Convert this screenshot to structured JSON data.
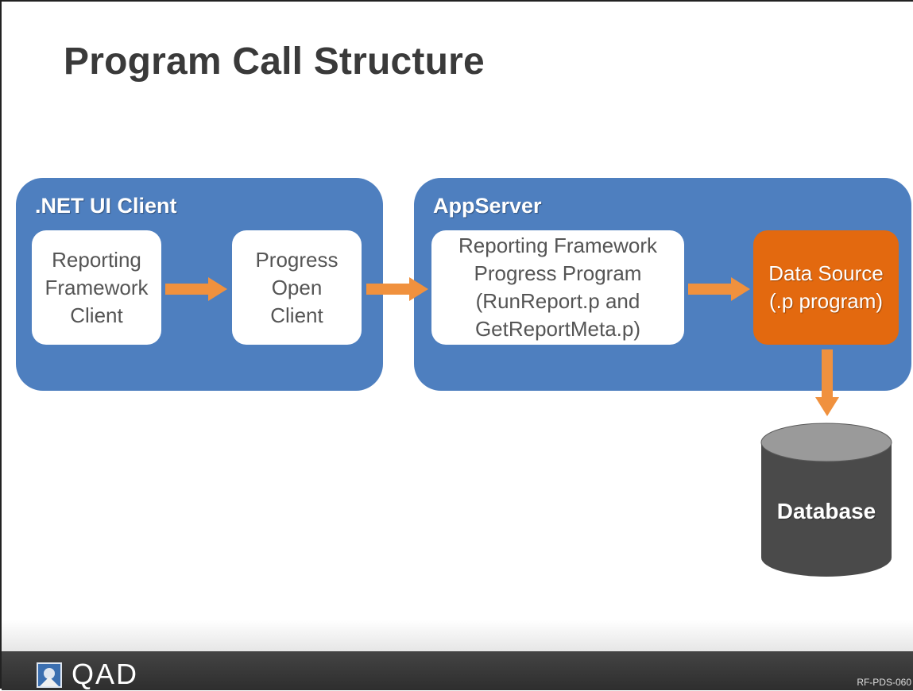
{
  "title": "Program Call Structure",
  "groups": {
    "net_client": {
      "label": ".NET UI Client"
    },
    "app_server": {
      "label": "AppServer"
    }
  },
  "boxes": {
    "reporting_framework_client": "Reporting\nFramework\nClient",
    "progress_open_client": "Progress\nOpen\nClient",
    "reporting_framework_program": "Reporting Framework\nProgress Program\n(RunReport.p and\nGetReportMeta.p)",
    "data_source": "Data Source\n(.p program)"
  },
  "database": {
    "label": "Database"
  },
  "footer": {
    "logo_text": "QAD",
    "slide_code": "RF-PDS-060"
  },
  "colors": {
    "group_fill": "#4e7fbf",
    "arrow": "#f0913e",
    "data_source_fill": "#e3690f",
    "database_fill": "#4a4a4a"
  }
}
